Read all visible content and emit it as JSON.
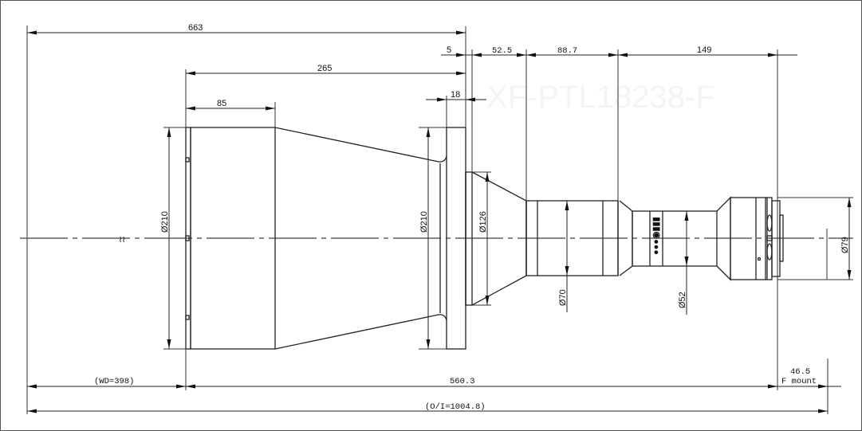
{
  "drawing": {
    "type": "lens-dimension-drawing",
    "watermark": "XF-PTL18238-F",
    "horizontal_dimensions": {
      "overall_front": "663",
      "front_to_flange": "265",
      "front_barrel": "85",
      "flange_thickness": "18",
      "gap": "5",
      "section_a": "52.5",
      "section_b": "88.7",
      "section_c": "149",
      "working_distance": "(WD=398)",
      "lens_length": "560.3",
      "mount_flange": "46.5",
      "mount_type": "F mount",
      "object_to_image": "(O/I=1004.8)"
    },
    "diameters": {
      "front": "Ø210",
      "flange": "Ø210",
      "cone_base": "Ø126",
      "mid_barrel": "Ø70",
      "rear_barrel": "Ø52",
      "mount": "Ø79"
    },
    "break_symbol": "≀≀"
  }
}
